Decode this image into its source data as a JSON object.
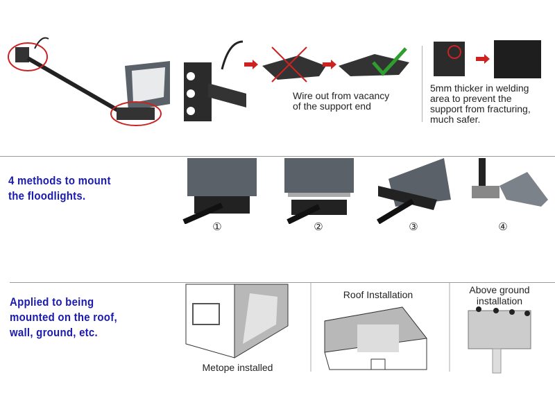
{
  "section1": {
    "wire_caption": "Wire out from vacancy\nof the support end",
    "welding_caption": "5mm thicker in welding\narea to prevent the\nsupport from fracturing,\nmuch safer."
  },
  "section2": {
    "heading": "4 methods to mount\nthe floodlights.",
    "methods": [
      "①",
      "②",
      "③",
      "④"
    ]
  },
  "section3": {
    "heading": "Applied to being\nmounted on the roof,\nwall, ground, etc.",
    "wall_label": "Metope installed",
    "roof_label": "Roof Installation",
    "ground_label": "Above ground\ninstallation"
  },
  "colors": {
    "heading": "#1a1ab0",
    "highlight": "#cc2222",
    "check": "#2e9e2e"
  }
}
